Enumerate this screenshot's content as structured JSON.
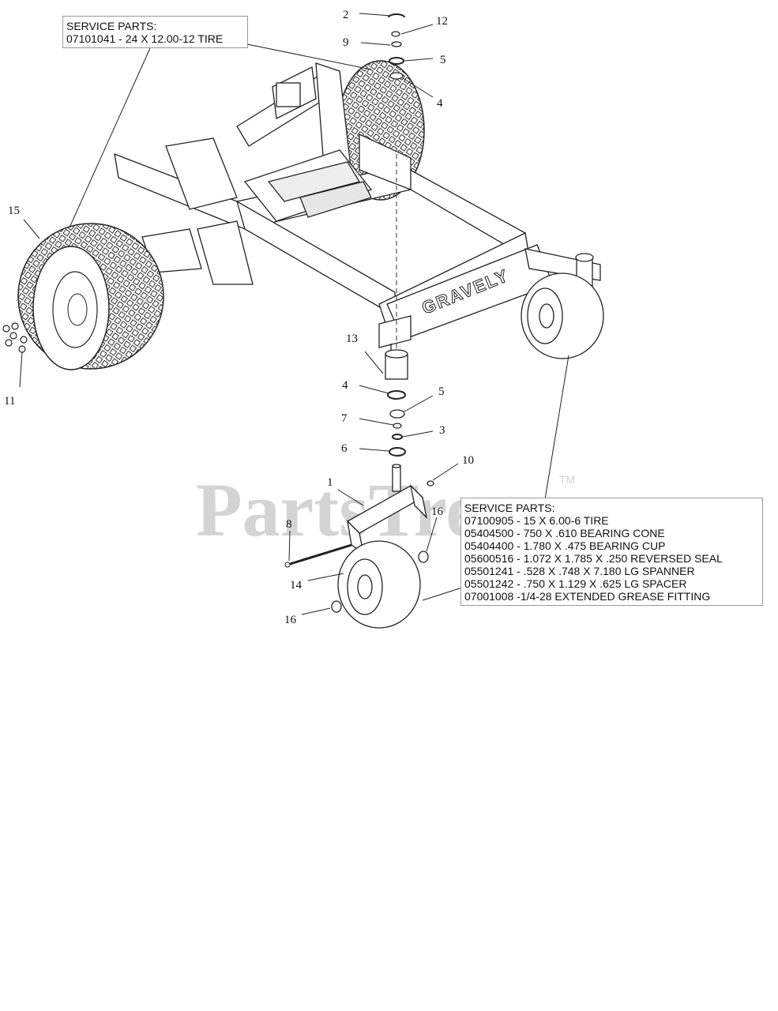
{
  "service_parts_rear": {
    "heading": "SERVICE PARTS:",
    "items": [
      "07101041 - 24 X 12.00-12 TIRE"
    ]
  },
  "service_parts_front": {
    "heading": "SERVICE PARTS:",
    "items": [
      "07100905 - 15 X 6.00-6 TIRE",
      "05404500 - 750 X .610 BEARING CONE",
      "05404400 - 1.780 X .475 BEARING CUP",
      "05600516 - 1.072 X 1.785 X .250 REVERSED SEAL",
      "05501241 - .528 X .748 X 7.180 LG SPANNER",
      "05501242 - .750 X 1.129 X .625 LG SPACER",
      "07001008 -1/4-28 EXTENDED GREASE FITTING"
    ]
  },
  "callouts": {
    "c2": "2",
    "c12": "12",
    "c9": "9",
    "c5a": "5",
    "c4a": "4",
    "c15": "15",
    "c11": "11",
    "c13": "13",
    "c4b": "4",
    "c5b": "5",
    "c7": "7",
    "c3": "3",
    "c6": "6",
    "c10": "10",
    "c1": "1",
    "c16a": "16",
    "c8": "8",
    "c14": "14",
    "c16b": "16"
  },
  "frame_brand": "GRAVELY",
  "watermark": {
    "text": "PartsTree",
    "tm": "TM"
  }
}
